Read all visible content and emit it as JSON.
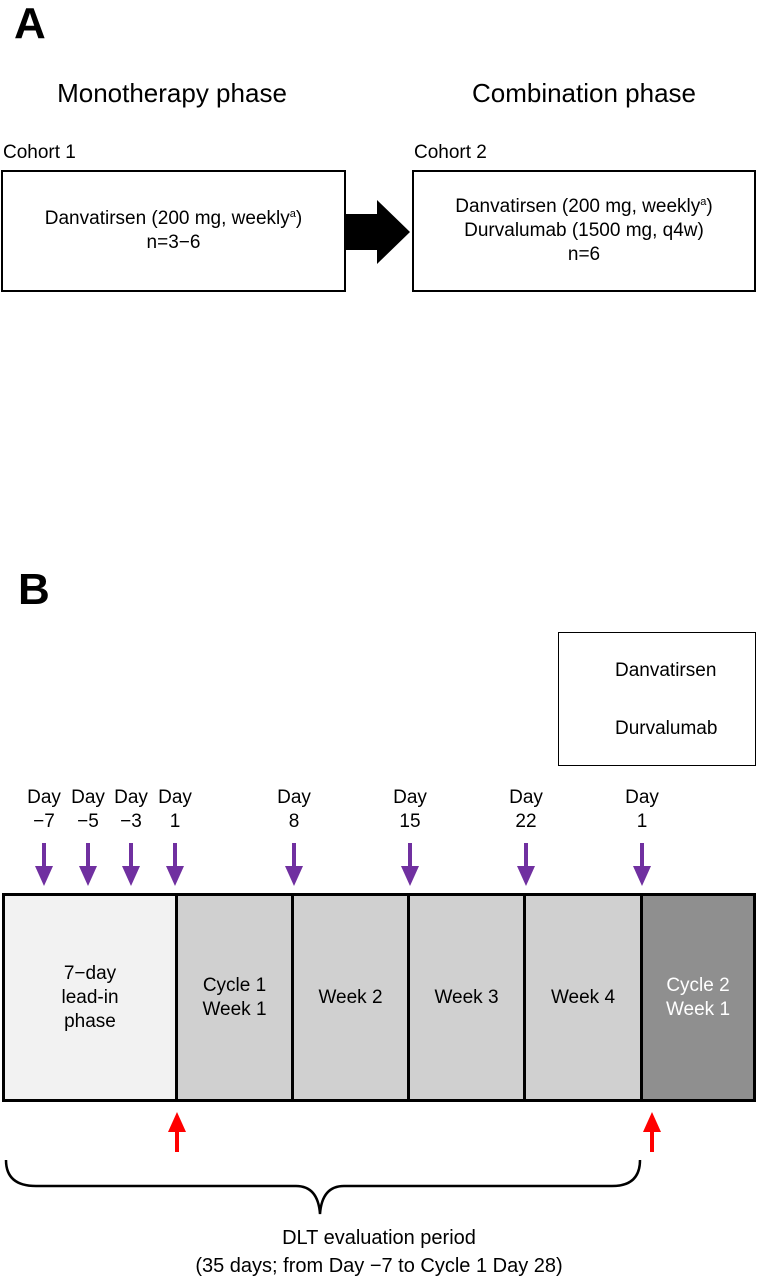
{
  "panel_a": {
    "letter": "A",
    "monotherapy_title": "Monotherapy phase",
    "combination_title": "Combination phase",
    "cohort1": {
      "label": "Cohort 1",
      "line1_main": "Danvatirsen (200 mg, weekly",
      "line1_sup": "a",
      "line1_end": ")",
      "line2": "n=3−6"
    },
    "cohort2": {
      "label": "Cohort 2",
      "line1_main": "Danvatirsen (200 mg, weekly",
      "line1_sup": "a",
      "line1_end": ")",
      "line2": "Durvalumab (1500 mg, q4w)",
      "line3": "n=6"
    }
  },
  "panel_b": {
    "letter": "B",
    "legend": {
      "danvatirsen": "Danvatirsen",
      "durvalumab": "Durvalumab"
    },
    "colors": {
      "danvatirsen": "#7030a0",
      "durvalumab": "#ff0000",
      "lead_in_fill": "#f2f2f2",
      "cycle1_fill": "#d0d0d0",
      "cycle2_fill": "#8f8f8f"
    },
    "days": [
      {
        "top": "Day",
        "bottom": "−7"
      },
      {
        "top": "Day",
        "bottom": "−5"
      },
      {
        "top": "Day",
        "bottom": "−3"
      },
      {
        "top": "Day",
        "bottom": "1"
      },
      {
        "top": "Day",
        "bottom": "8"
      },
      {
        "top": "Day",
        "bottom": "15"
      },
      {
        "top": "Day",
        "bottom": "22"
      },
      {
        "top": "Day",
        "bottom": "1"
      }
    ],
    "segments": [
      {
        "lines": [
          "7−day",
          "lead-in",
          "phase"
        ]
      },
      {
        "lines": [
          "Cycle 1",
          "Week 1"
        ]
      },
      {
        "lines": [
          "Week 2"
        ]
      },
      {
        "lines": [
          "Week 3"
        ]
      },
      {
        "lines": [
          "Week 4"
        ]
      },
      {
        "lines": [
          "Cycle 2",
          "Week 1"
        ]
      }
    ],
    "dlt": {
      "line1": "DLT evaluation period",
      "line2": "(35 days; from Day −7 to Cycle 1 Day 28)"
    }
  }
}
